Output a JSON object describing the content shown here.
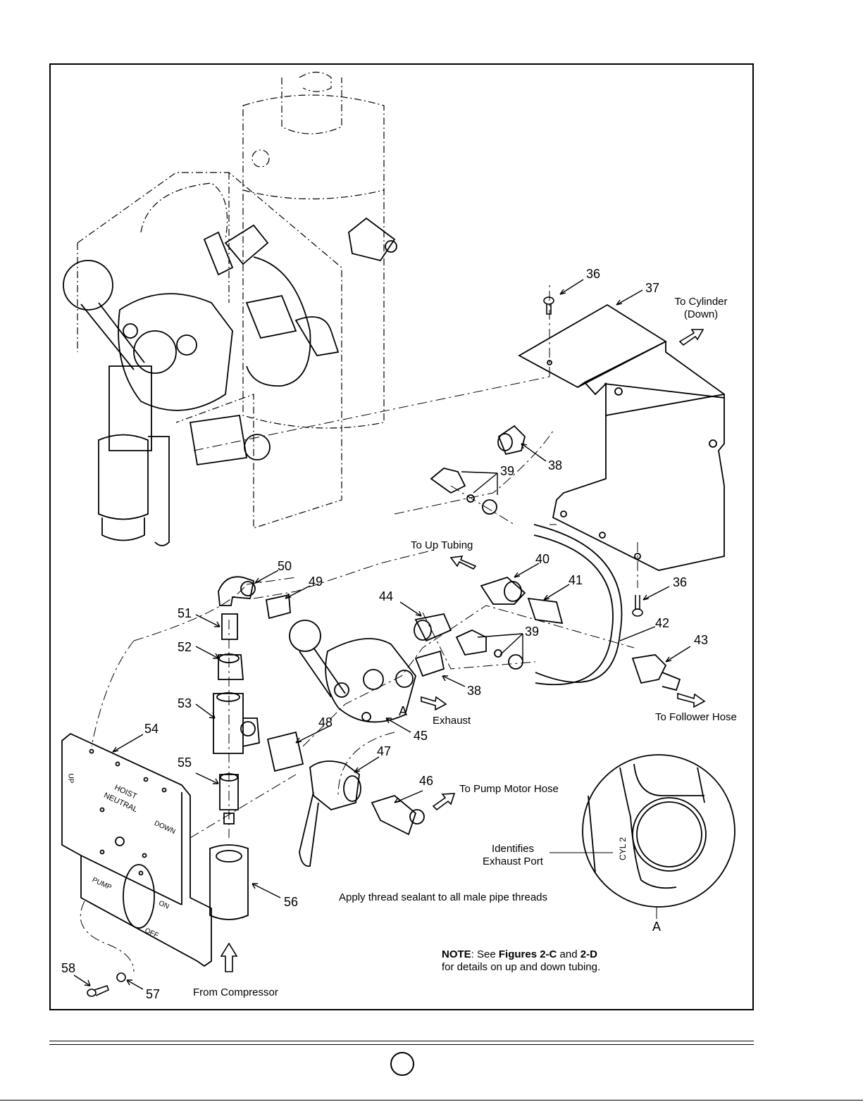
{
  "callouts": [
    "36",
    "37",
    "38",
    "39",
    "40",
    "41",
    "36",
    "42",
    "43",
    "50",
    "49",
    "44",
    "39",
    "51",
    "52",
    "38",
    "53",
    "48",
    "45",
    "54",
    "47",
    "55",
    "46",
    "56",
    "58",
    "57"
  ],
  "labels": {
    "to_cylinder_line1": "To Cylinder",
    "to_cylinder_line2": "(Down)",
    "to_up_tubing": "To Up Tubing",
    "exhaust": "Exhaust",
    "to_follower_hose": "To Follower Hose",
    "to_pump_motor_hose": "To Pump Motor Hose",
    "identifies_line1": "Identifies",
    "identifies_line2": "Exhaust Port",
    "detail_letter_main": "A",
    "detail_letter_inset": "A",
    "apply_sealant": "Apply thread sealant to all male pipe threads",
    "from_compressor": "From Compressor",
    "note_bold": "NOTE",
    "note_text1": ": See ",
    "note_fig1": "Figures 2-C",
    "note_and": " and ",
    "note_fig2": "2-D",
    "note_line2": "for details on up and down tubing."
  },
  "plate_text": {
    "up": "UP",
    "hoist": "HOIST",
    "neutral": "NEUTRAL",
    "down": "DOWN",
    "pump": "PUMP",
    "on": "ON",
    "off": "OFF",
    "cyl2": "CYL 2"
  }
}
